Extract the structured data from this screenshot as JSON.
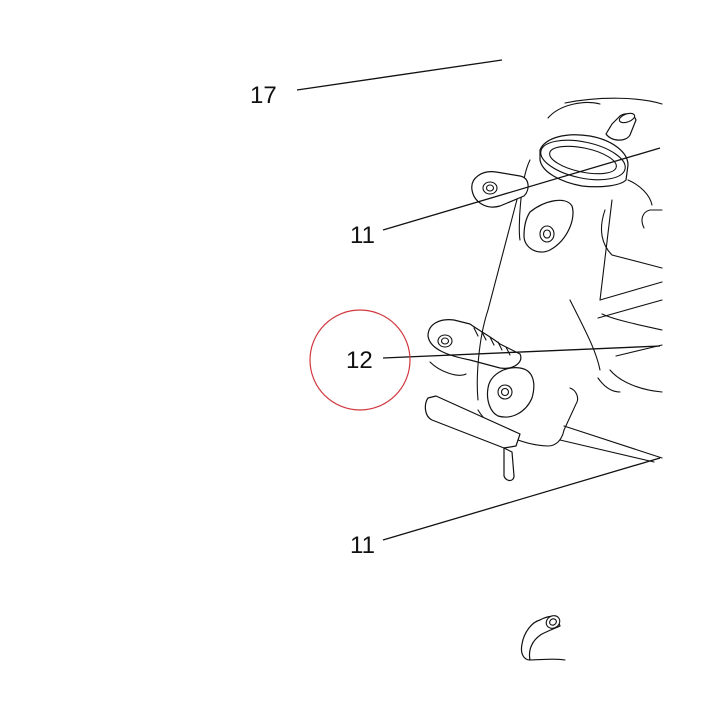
{
  "callouts": [
    {
      "id": "c17",
      "label": "17"
    },
    {
      "id": "c11a",
      "label": "11"
    },
    {
      "id": "c12",
      "label": "12"
    },
    {
      "id": "c11b",
      "label": "11"
    }
  ],
  "highlight": {
    "target": "12",
    "color": "#d0383f"
  },
  "line_color": "#111111"
}
